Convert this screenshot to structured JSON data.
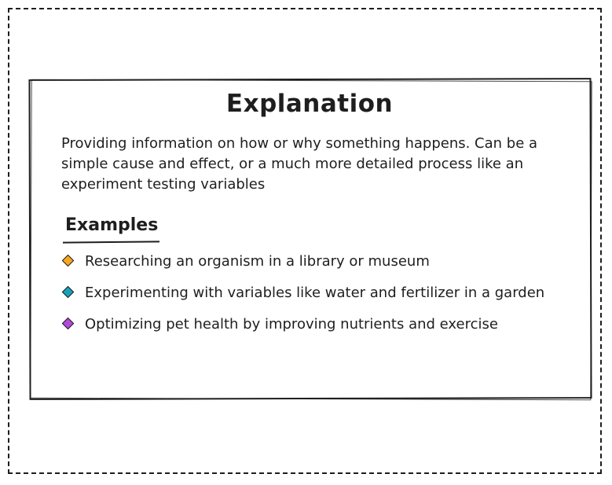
{
  "card": {
    "title": "Explanation",
    "description": "Providing information on how or why something happens. Can be a simple cause and effect, or a much more detailed process like an experiment testing variables",
    "examples_heading": "Examples",
    "examples": [
      {
        "text": "Researching an organism in a library or museum",
        "icon": "orange-diamond-icon",
        "color": "#f5a623"
      },
      {
        "text": "Experimenting with variables like water and fertilizer in a garden",
        "icon": "teal-diamond-icon",
        "color": "#1a9fb8"
      },
      {
        "text": "Optimizing pet health by improving nutrients and exercise",
        "icon": "purple-diamond-icon",
        "color": "#b04ad8"
      }
    ]
  },
  "colors": {
    "stroke": "#1e1e1e",
    "background": "#ffffff"
  }
}
